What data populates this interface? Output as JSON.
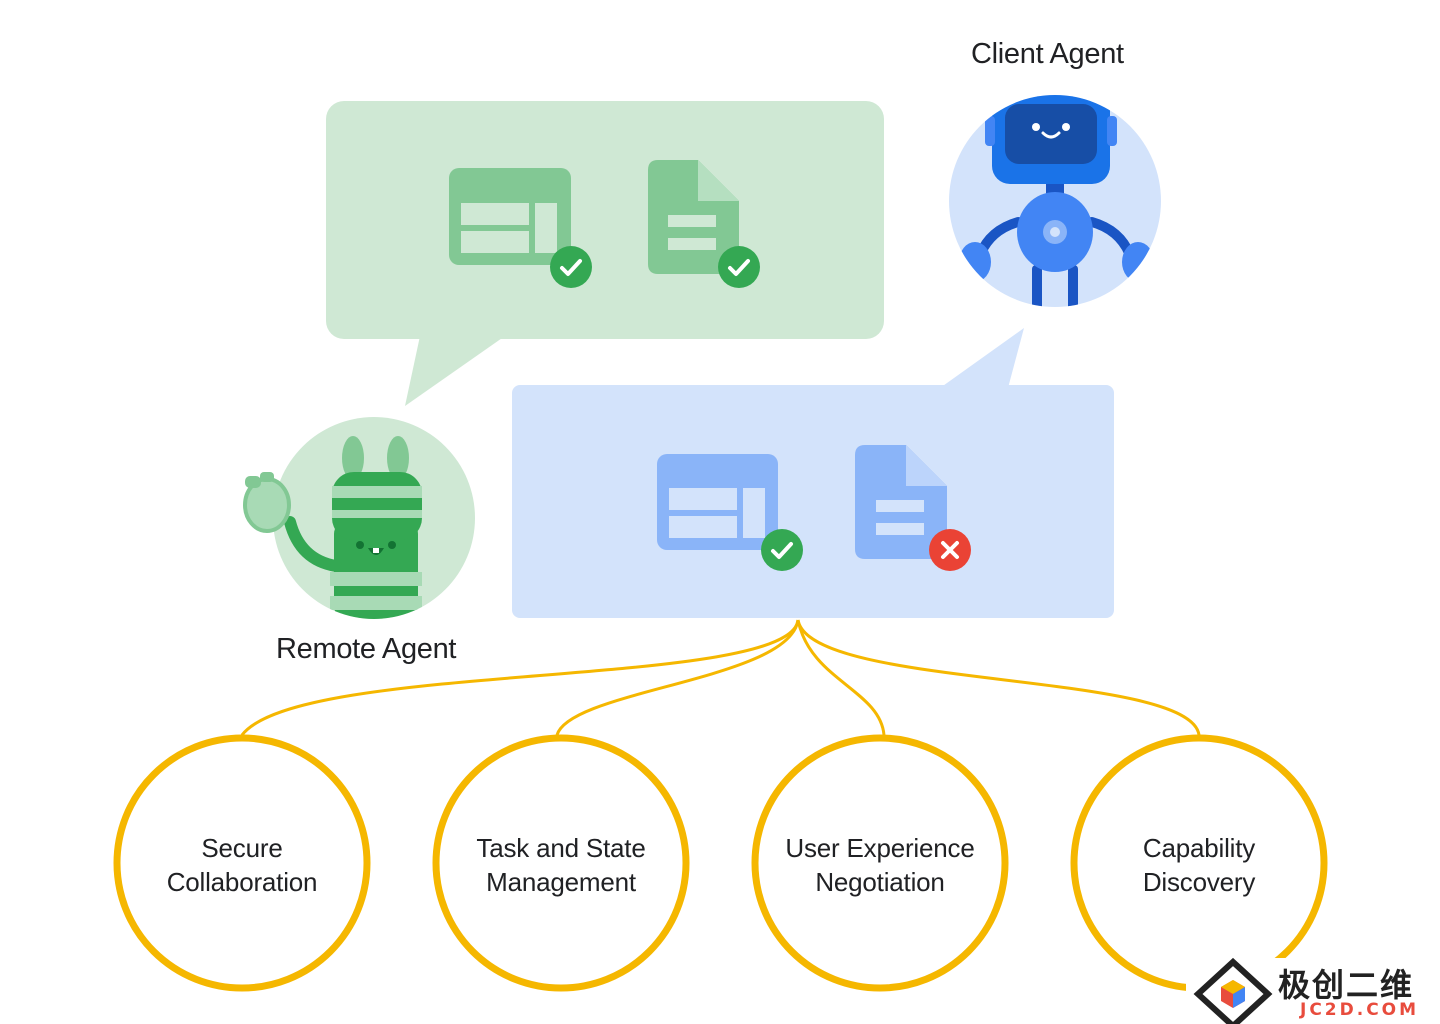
{
  "agents": {
    "client": {
      "label": "Client Agent"
    },
    "remote": {
      "label": "Remote Agent"
    }
  },
  "messages": {
    "remote_to_client": {
      "artifacts": [
        {
          "icon": "table-icon",
          "status": "check"
        },
        {
          "icon": "document-icon",
          "status": "check"
        }
      ]
    },
    "client_to_remote": {
      "artifacts": [
        {
          "icon": "table-icon",
          "status": "check"
        },
        {
          "icon": "document-icon",
          "status": "error"
        }
      ]
    }
  },
  "pillars": [
    {
      "line1": "Secure",
      "line2": "Collaboration"
    },
    {
      "line1": "Task and State",
      "line2": "Management"
    },
    {
      "line1": "User Experience",
      "line2": "Negotiation"
    },
    {
      "line1": "Capability",
      "line2": "Discovery"
    }
  ],
  "watermark": {
    "cn": "极创二维",
    "en": "JC2D.COM"
  },
  "colors": {
    "green_bubble": "#cfe8d4",
    "blue_bubble": "#d3e3fb",
    "green_icon": "#82c894",
    "blue_icon": "#8ab4f8",
    "check": "#34a853",
    "error": "#ea4335",
    "pillar_ring": "#f5b700",
    "connector": "#f5b700"
  }
}
